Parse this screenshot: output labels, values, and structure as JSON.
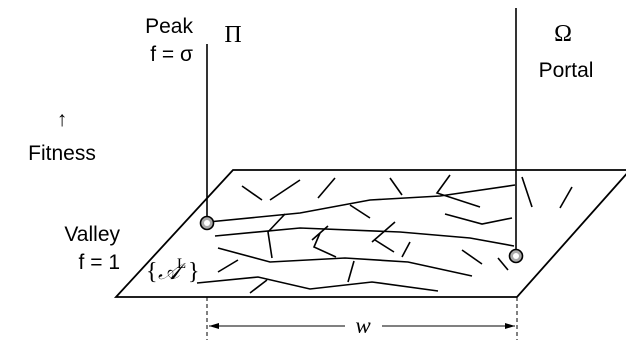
{
  "labels": {
    "peak_line1": "Peak",
    "peak_line2": "f = σ",
    "fitness_arrow": "↑",
    "fitness": "Fitness",
    "valley_line1": "Valley",
    "valley_line2": "f = 1",
    "pi": "Π",
    "omega": "Ω",
    "portal": "Portal",
    "landscape_set_open": "{",
    "landscape_set_A": "𝒜",
    "landscape_set_L": "L",
    "landscape_set_close": "}",
    "width": "w"
  },
  "colors": {
    "stroke": "#000000",
    "background": "#ffffff",
    "node_fill": "#aaaaaa"
  }
}
